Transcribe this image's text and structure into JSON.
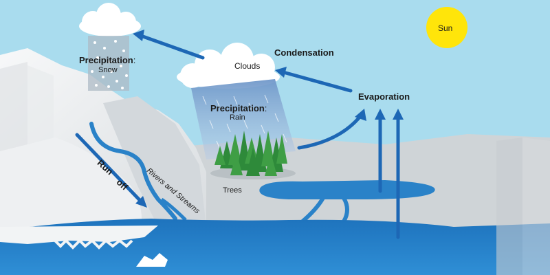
{
  "labels": {
    "sun": "Sun",
    "condensation": "Condensation",
    "clouds": "Clouds",
    "evaporation": "Evaporation",
    "precip_snow_title": "Precipitation",
    "precip_snow_colon": ":",
    "precip_snow_type": "Snow",
    "precip_rain_title": "Precipitation",
    "precip_rain_colon": ":",
    "precip_rain_type": "Rain",
    "trees": "Trees",
    "run": "Run",
    "off": "off",
    "rivers": "Rivers and Streams"
  },
  "colors": {
    "sky": "#a9dcee",
    "sun": "#ffe50a",
    "arrow": "#1d67b5",
    "water": "#2a82c8",
    "mountain": "#e9ecee",
    "land": "#cfd4d7",
    "tree": "#2e8a3a"
  },
  "icons": [
    "sun-icon",
    "cloud-icon",
    "tree-icon",
    "arrow-icon",
    "iceberg-icon",
    "mountain-icon"
  ]
}
